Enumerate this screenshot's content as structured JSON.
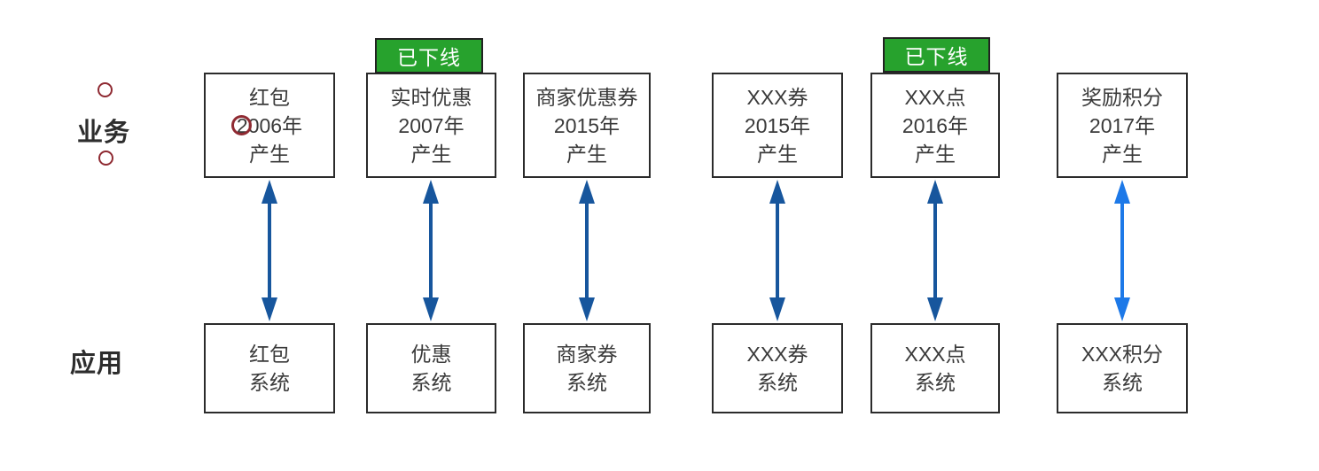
{
  "row_labels": {
    "business": "业务",
    "application": "应用"
  },
  "badge_label": "已下线",
  "columns": [
    {
      "top": [
        "红包",
        "2006年",
        "产生"
      ],
      "bottom": [
        "红包",
        "系统"
      ],
      "badge": false
    },
    {
      "top": [
        "实时优惠",
        "2007年",
        "产生"
      ],
      "bottom": [
        "优惠",
        "系统"
      ],
      "badge": true
    },
    {
      "top": [
        "商家优惠券",
        "2015年",
        "产生"
      ],
      "bottom": [
        "商家券",
        "系统"
      ],
      "badge": false
    },
    {
      "top": [
        "XXX券",
        "2015年",
        "产生"
      ],
      "bottom": [
        "XXX券",
        "系统"
      ],
      "badge": false
    },
    {
      "top": [
        "XXX点",
        "2016年",
        "产生"
      ],
      "bottom": [
        "XXX点",
        "系统"
      ],
      "badge": true
    },
    {
      "top": [
        "奖励积分",
        "2017年",
        "产生"
      ],
      "bottom": [
        "XXX积分",
        "系统"
      ],
      "badge": false
    }
  ],
  "colors": {
    "box_border": "#2b2b2b",
    "box_text": "#3a3a3a",
    "badge_background": "#27a22d",
    "badge_text": "#ffffff",
    "arrow_dark_blue": "#17569d",
    "arrow_light_blue": "#1d79e8",
    "annotation_red": "#8f2a32"
  }
}
